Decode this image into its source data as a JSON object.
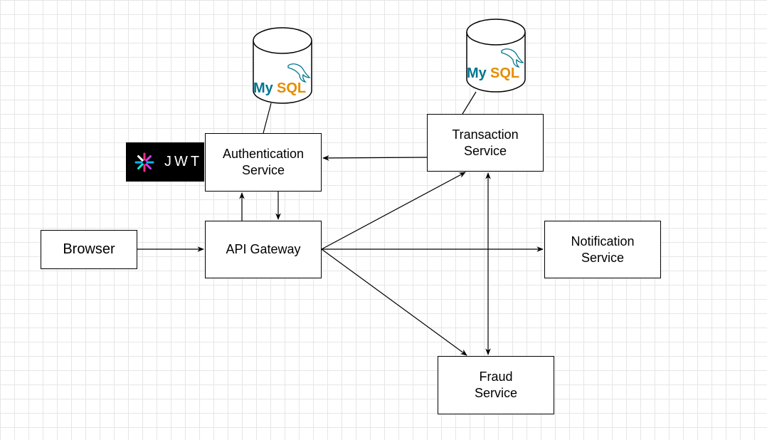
{
  "nodes": {
    "browser": "Browser",
    "api_gateway": "API Gateway",
    "auth_service": "Authentication\nService",
    "transaction_service": "Transaction\nService",
    "notification_service": "Notification\nService",
    "fraud_service": "Fraud\nService"
  },
  "logos": {
    "jwt": "JWT",
    "mysql_my": "My",
    "mysql_sql": "SQL"
  },
  "colors": {
    "grid": "#e6e6e6",
    "stroke": "#000000",
    "mysql_blue": "#00758f",
    "mysql_orange": "#e48e00",
    "jwt_bg": "#000000"
  }
}
